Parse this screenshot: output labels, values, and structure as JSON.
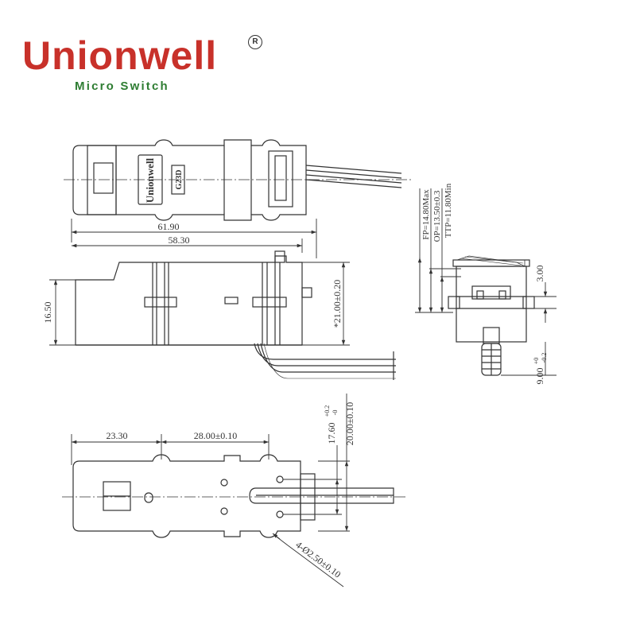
{
  "brand": {
    "name": "Unionwell",
    "registered": "R",
    "tagline": "Micro Switch",
    "name_color": "#c8312a",
    "tagline_color": "#2e7d32"
  },
  "part": {
    "body_text": "Unionwell",
    "model": "G23D"
  },
  "dimensions": {
    "overall_length": "61.90",
    "body_length": "58.30",
    "height": "16.50",
    "mount_height": "*21.00±0.20",
    "left_offset": "23.30",
    "hole_spacing": "28.00±0.10",
    "hole_height": "17.60",
    "hole_height_tol_upper": "+0.2",
    "hole_height_tol_lower": "-0",
    "width": "20.00±0.10",
    "holes": "4-Ø2.50±0.10",
    "actuator_travel": "3.00",
    "lead_length": "9.00",
    "lead_tol_upper": "+0",
    "lead_tol_lower": "-0.2"
  },
  "positions": {
    "fp": "FP=14.80Max",
    "op": "OP=13.50±0.3",
    "ttp": "TTP=11.80Min"
  }
}
